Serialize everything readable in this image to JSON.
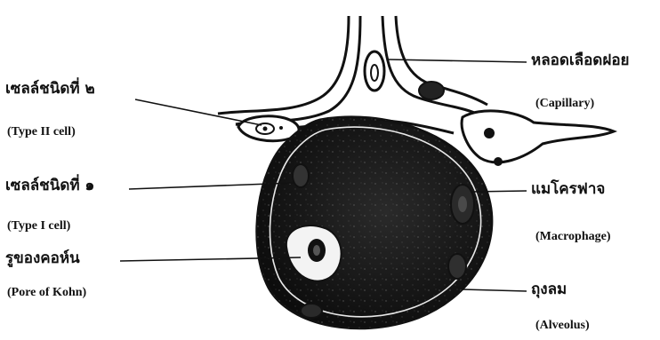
{
  "labels": {
    "type2_thai": "เซลล์ชนิดที่ ๒",
    "type2_eng": "(Type II cell)",
    "type1_thai": "เซลล์ชนิดที่ ๑",
    "type1_eng": "(Type I cell)",
    "pore_thai": "รูของคอห์น",
    "pore_eng": "(Pore of Kohn)",
    "capillary_thai": "หลอดเลือดฝอย",
    "capillary_eng": "(Capillary)",
    "macrophage_thai": "แมโครฟาจ",
    "macrophage_eng": "(Macrophage)",
    "alveolus_thai": "ถุงลม",
    "alveolus_eng": "(Alveolus)"
  },
  "colors": {
    "ink": "#111111",
    "alveolus_fill": "#1b1b1b",
    "membrane": "#ffffff"
  }
}
